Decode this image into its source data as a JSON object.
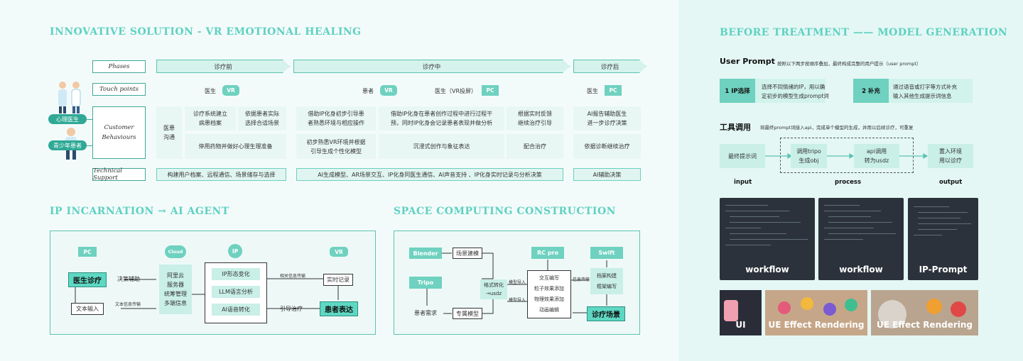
{
  "headings": {
    "vr": "INNOVATIVE SOLUTION - VR EMOTIONAL HEALING",
    "ip": "IP INCARNATION → AI AGENT",
    "space": "SPACE COMPUTING CONSTRUCTION",
    "before": "BEFORE TREATMENT —— MODEL GENERATION"
  },
  "journey": {
    "row_labels": [
      "Phases",
      "Touch points",
      "Customer\nBehaviours",
      "Technical Support"
    ],
    "phases": [
      "诊疗前",
      "诊疗中",
      "诊疗后"
    ],
    "touch": {
      "doctor": "医生",
      "patient": "患者",
      "doctor_vr": "医生（VR投屏）",
      "doctor2": "医生",
      "vr": "VR",
      "pc": "PC"
    },
    "roles": {
      "doctor": "心理医生",
      "patient": "青少年患者"
    },
    "comm": "医患\n沟通",
    "doctor_row": [
      "诊疗系统建立\n病患档案",
      "依据患者实际\n选择合适场景",
      "借助IP化身初步引导患\n者熟悉环境与相应操作",
      "借助IP化身在患者创作过程中进行过程干\n预，同时IP化身会记录患者表现并做分析",
      "根据实时反馈\n继续治疗引导",
      "AI报告辅助医生\n进一步诊疗决策"
    ],
    "patient_row": [
      "停用药物并做好心理生理准备",
      "初步熟悉VR环境并根据\n引导生成个性化模型",
      "沉浸式创作与象征表达",
      "配合治疗",
      "依据诊断继续治疗"
    ],
    "tech": [
      "构建用户档案、远程通信、场景储存与选择",
      "AI生成模型、AR场景交互、IP化身同医生通信、AI声音支持 、IP化身实时记录与分析决策",
      "AI辅助决策"
    ]
  },
  "ip_diagram": {
    "icons": {
      "pc": "PC",
      "cloud": "Cloud",
      "ip": "IP",
      "vr": "VR"
    },
    "doctor": "医生诊疗",
    "decision": "决策辅助",
    "text_input": "文本输入",
    "text_info": "文本信息传输",
    "cloud_list": "阿里云\n服务器\n统筹管理\n多端信息",
    "ip_items": [
      "IP形态变化",
      "LLM语言分析",
      "AI语音转化"
    ],
    "related": "相关信息传输",
    "realtime": "实时记录",
    "guide": "引导治疗",
    "patient": "患者表达"
  },
  "space_diagram": {
    "blender": "Blender",
    "scene_build": "场景建模",
    "tripo": "Tripo",
    "format": "格式转化\n→usdz",
    "model_import": "模型导入",
    "model_import2": "模型导入",
    "rcpro": "RC pro",
    "swift": "Swift",
    "info_transfer": "信息传输",
    "rc_items": "交互编写\n粒子效果添加\n物理效果添加\n动画编辑",
    "swift_items": "档案构建\n框架编写",
    "patient_need": "患者需求",
    "custom_model": "专属模型",
    "scene": "诊疗场景"
  },
  "before": {
    "user_prompt_title": "User Prompt",
    "user_prompt_desc": "按照以下两步按顺序叠加，最终构成完整的用户提示（user prompt）",
    "step1_tag": "1 IP选择",
    "step1_text": "选择不同情绪的IP，用以确\n定初步的模型生成prompt词",
    "step2_tag": "2 补充",
    "step2_text": "通过语音或打字等方式补充\n输入其他生成提示词信息",
    "tool_title": "工具调用",
    "tool_desc": "将最终prompt词接入api，完成单个模型的生成，并用以后续诊疗，可重复",
    "flow": [
      "最终提示词",
      "调用tripo\n生成obj",
      "api调用\n转为usdz",
      "置入环境\n用以诊疗"
    ],
    "flow_labels": [
      "input",
      "process",
      "output"
    ],
    "images": [
      "workflow",
      "workflow",
      "IP-Prompt",
      "UI",
      "UE Effect Rendering",
      "UE Effect Rendering"
    ]
  }
}
